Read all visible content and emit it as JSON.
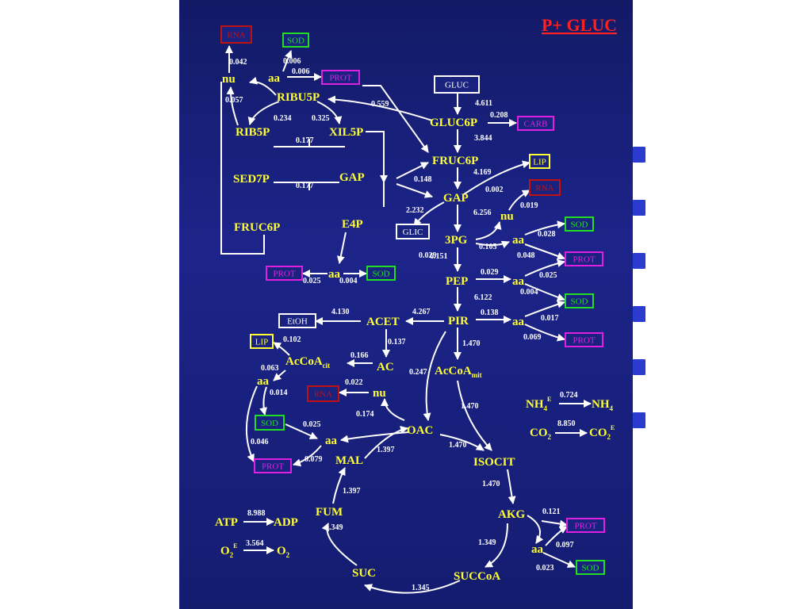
{
  "title": "P+ GLUC",
  "nodes": {
    "nu_top": "nu",
    "aa_top": "aa",
    "ribu5p": "RIBU5P",
    "rib5p": "RIB5P",
    "xil5p": "XIL5P",
    "sed7p": "SED7P",
    "gap_ppp": "GAP",
    "fruc6p_ppp": "FRUC6P",
    "e4p": "E4P",
    "aa_e4p": "aa",
    "gluc6p": "GLUC6P",
    "fruc6p": "FRUC6P",
    "gap": "GAP",
    "nu_gap": "nu",
    "pg3": "3PG",
    "aa_3pg": "aa",
    "pep": "PEP",
    "aa_pep": "aa",
    "pir": "PIR",
    "aa_pir": "aa",
    "acet": "ACET",
    "ac": "AC",
    "accoa_cit": "AcCoA",
    "accoa_cit_sub": "cit",
    "aa_acc": "aa",
    "nu_ac": "nu",
    "accoa_mit": "AcCoA",
    "accoa_mit_sub": "mit",
    "oac": "OAC",
    "aa_oac": "aa",
    "mal": "MAL",
    "fum": "FUM",
    "isocit": "ISOCIT",
    "akg": "AKG",
    "aa_akg": "aa",
    "succoa": "SUCCoA",
    "suc": "SUC",
    "atp": "ATP",
    "adp": "ADP",
    "o2e": "O",
    "o2e_sub": "2",
    "o2e_sup": "E",
    "o2": "O",
    "o2_sub": "2",
    "nh4e": "NH",
    "nh4e_sub": "4",
    "nh4e_sup": "E",
    "nh4": "NH",
    "nh4_sub": "4",
    "co2": "CO",
    "co2_sub": "2",
    "co2e": "CO",
    "co2e_sub": "2",
    "co2e_sup": "E"
  },
  "boxes": [
    {
      "label": "RNA",
      "color": "#c01010"
    },
    {
      "label": "SOD",
      "color": "#22dd22"
    },
    {
      "label": "PROT",
      "color": "#e020e0"
    },
    {
      "label": "GLUC",
      "color": "#ffffff"
    },
    {
      "label": "CARB",
      "color": "#e020e0"
    },
    {
      "label": "LIP",
      "color": "#ffff33"
    },
    {
      "label": "RNA",
      "color": "#c01010"
    },
    {
      "label": "GLIC",
      "color": "#ffffff"
    },
    {
      "label": "SOD",
      "color": "#22dd22"
    },
    {
      "label": "PROT",
      "color": "#e020e0"
    },
    {
      "label": "PROT",
      "color": "#e020e0"
    },
    {
      "label": "SOD",
      "color": "#22dd22"
    },
    {
      "label": "SOD",
      "color": "#22dd22"
    },
    {
      "label": "PROT",
      "color": "#e020e0"
    },
    {
      "label": "EtOH",
      "color": "#ffffff"
    },
    {
      "label": "LIP",
      "color": "#ffff33"
    },
    {
      "label": "RNA",
      "color": "#c01010"
    },
    {
      "label": "SOD",
      "color": "#22dd22"
    },
    {
      "label": "PROT",
      "color": "#e020e0"
    },
    {
      "label": "PROT",
      "color": "#e020e0"
    },
    {
      "label": "SOD",
      "color": "#22dd22"
    }
  ],
  "fluxes": [
    "0.042",
    "0.006",
    "0.006",
    "0.057",
    "0.559",
    "0.234",
    "0.325",
    "0.177",
    "0.177",
    "4.611",
    "0.208",
    "3.844",
    "0.148",
    "4.169",
    "0.002",
    "2.232",
    "6.256",
    "0.019",
    "0.028",
    "0.105",
    "0.048",
    "0.029",
    "6.151",
    "0.029",
    "0.025",
    "0.025",
    "0.004",
    "0.004",
    "6.122",
    "4.130",
    "4.267",
    "0.138",
    "0.017",
    "0.069",
    "0.102",
    "0.137",
    "1.470",
    "0.166",
    "0.063",
    "0.022",
    "0.247",
    "0.014",
    "0.174",
    "1.470",
    "0.724",
    "8.850",
    "0.025",
    "0.046",
    "1.470",
    "1.397",
    "0.079",
    "1.397",
    "1.470",
    "8.988",
    "0.121",
    "1.349",
    "1.349",
    "0.097",
    "3.564",
    "0.023",
    "1.345"
  ],
  "colors": {
    "background": "#1a2280",
    "node_text": "#ffff33",
    "title": "#ff2020",
    "edge": "#ffffff"
  }
}
